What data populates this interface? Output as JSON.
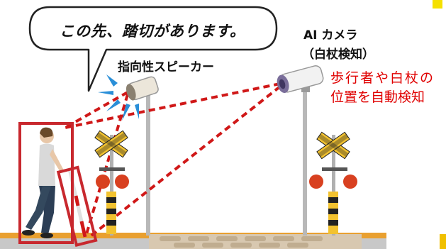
{
  "speech_bubble": {
    "text": "この先、踏切があります。"
  },
  "labels": {
    "speaker": "指向性スピーカー",
    "camera_line1": "AI カメラ",
    "camera_line2": "（白杖検知）",
    "detection_line1": "歩行者や白杖の",
    "detection_line2": "位置を自動検知"
  },
  "colors": {
    "highlight_red": "#e00000",
    "box_red": "#c8282e",
    "ground_orange": "#e9a030",
    "sign_yellow": "#f2c230",
    "speaker_blue": "#2a8fd8"
  },
  "icons": [
    "speaker-icon",
    "camera-icon",
    "crossing-sign-icon",
    "pedestrian-icon",
    "white-cane-icon"
  ]
}
